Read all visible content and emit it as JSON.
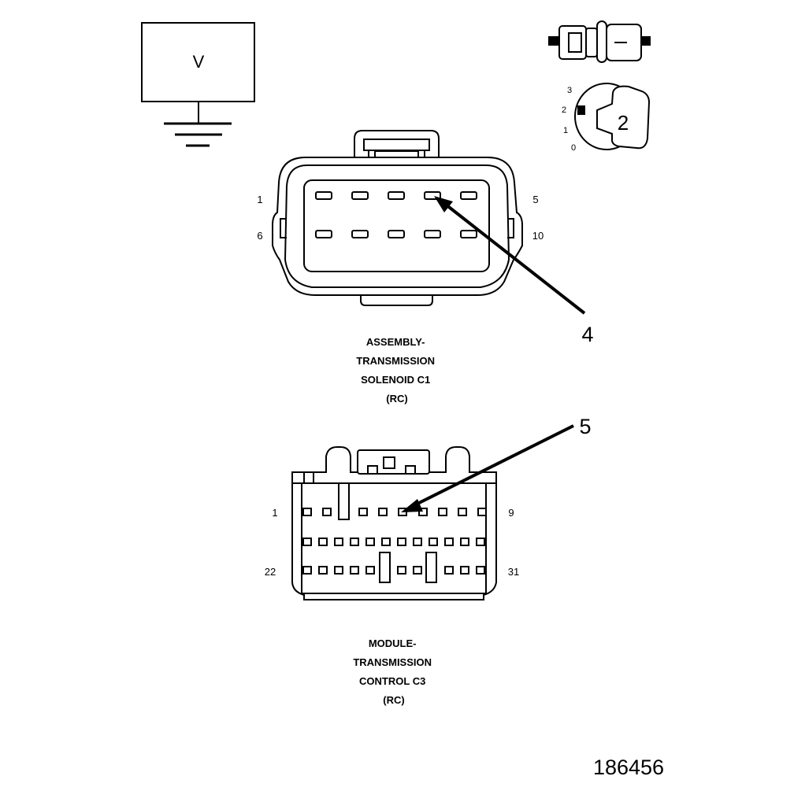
{
  "meter": {
    "symbol": "V"
  },
  "range_switch": {
    "positions": [
      "3",
      "2",
      "1",
      "0"
    ],
    "selected": "2"
  },
  "connector_c1": {
    "pin_labels": {
      "top_left": "1",
      "top_right": "5",
      "bottom_left": "6",
      "bottom_right": "10"
    },
    "callout": "4",
    "caption_lines": [
      "ASSEMBLY-",
      "TRANSMISSION",
      "SOLENOID C1",
      "(RC)"
    ]
  },
  "connector_c3": {
    "pin_labels": {
      "top_left": "1",
      "top_right": "9",
      "bottom_left": "22",
      "bottom_right": "31"
    },
    "callout": "5",
    "caption_lines": [
      "MODULE-",
      "TRANSMISSION",
      "CONTROL C3",
      "(RC)"
    ]
  },
  "figure_number": "186456"
}
